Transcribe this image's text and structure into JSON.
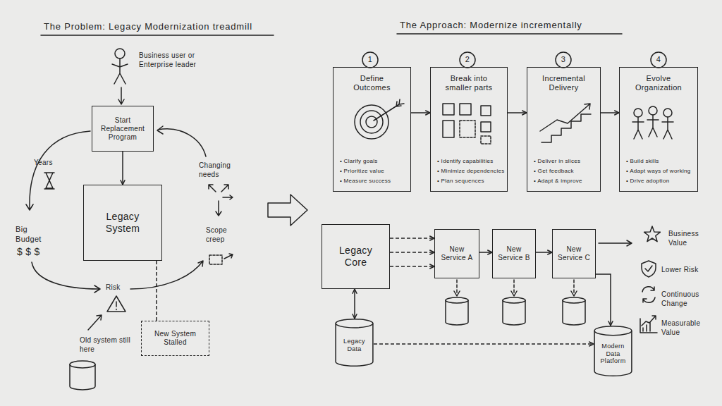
{
  "diagram": {
    "nodes": [
      {
        "text": [
          "Start Replacement Program"
        ]
      },
      {
        "text": [
          "Legacy System"
        ]
      },
      {
        "text": [
          "New System Stalled"
        ]
      },
      {
        "text": [
          "1"
        ]
      },
      {
        "text": [
          "Define Outcomes",
          "• Clarify goals",
          "• Prioritize value",
          "• Measure success"
        ]
      },
      {
        "text": [
          "2"
        ]
      },
      {
        "text": [
          "Break into smaller parts",
          "• Identify capabilities",
          "• Minimize dependencies",
          "• Plan sequences"
        ]
      },
      {
        "text": [
          "3"
        ]
      },
      {
        "text": [
          "Incremental Delivery",
          "• Deliver in slices",
          "• Get feedback",
          "• Adapt & improve"
        ]
      },
      {
        "text": [
          "4"
        ]
      },
      {
        "text": [
          "Evolve Organization",
          "• Build skills",
          "• Adapt ways of working",
          "• Drive adoption"
        ]
      },
      {
        "text": [
          "Legacy Core"
        ]
      },
      {
        "text": [
          "New Service A"
        ]
      },
      {
        "text": [
          "New Service B"
        ]
      },
      {
        "text": [
          "New Service C"
        ]
      },
      {
        "text": [
          "Legacy Data"
        ]
      },
      {
        "text": [
          "Modern Data Platform"
        ]
      }
    ],
    "edges": [
      {
        "from": 0,
        "to": 1,
        "arrow": "to"
      },
      {
        "from": 1,
        "to": 2,
        "arrow": "none"
      },
      {
        "from": 4,
        "to": 6,
        "arrow": "to"
      },
      {
        "from": 6,
        "to": 8,
        "arrow": "to"
      },
      {
        "from": 8,
        "to": 10,
        "arrow": "to"
      },
      {
        "from": 11,
        "to": 12,
        "arrow": "to"
      },
      {
        "from": 11,
        "to": 12,
        "arrow": "to"
      },
      {
        "from": 11,
        "to": 12,
        "arrow": "to"
      },
      {
        "from": 12,
        "to": 13,
        "arrow": "to"
      },
      {
        "from": 13,
        "to": 14,
        "arrow": "to"
      },
      {
        "from": 11,
        "to": 15,
        "arrow": "both"
      },
      {
        "from": 15,
        "to": 16,
        "arrow": "to"
      },
      {
        "from": 14,
        "to": 16,
        "arrow": "to"
      }
    ],
    "labels": [
      "The Problem: Legacy Modernization treadmill",
      "The Approach: Modernize incrementally",
      "Business user or Enterprise leader",
      "Years",
      "Big Budget",
      "$ $ $",
      "Changing needs",
      "Scope creep",
      "Risk",
      "Old system still here",
      "Business Value",
      "Lower Risk",
      "Continuous Change",
      "Measurable Value"
    ]
  }
}
